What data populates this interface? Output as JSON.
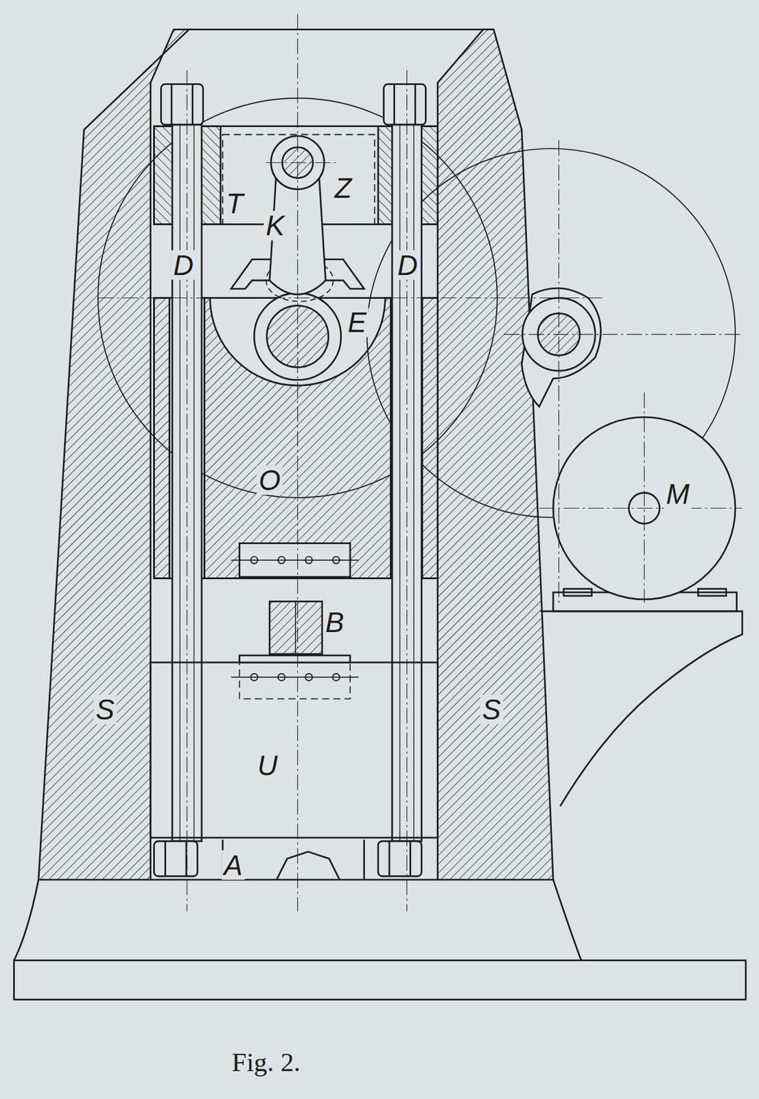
{
  "diagram": {
    "caption": "Fig. 2.",
    "labels": [
      "Z",
      "T",
      "K",
      "D",
      "D",
      "E",
      "O",
      "B",
      "S",
      "S",
      "U",
      "A",
      "M"
    ]
  }
}
